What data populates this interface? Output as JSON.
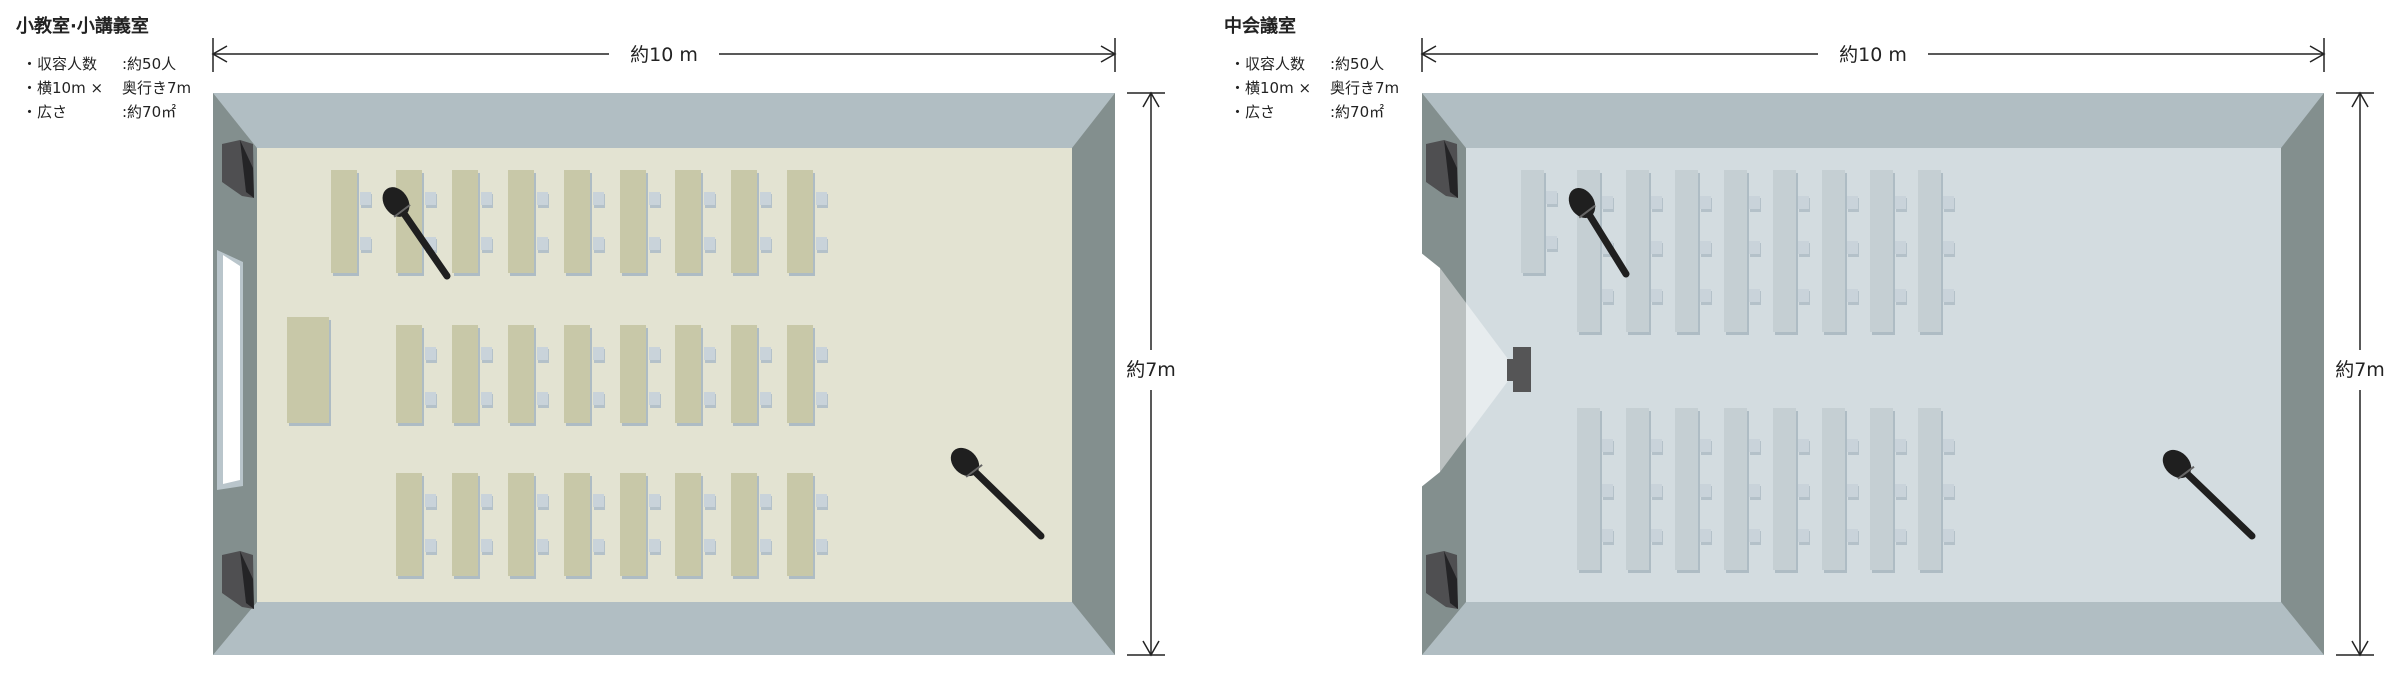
{
  "rooms": [
    {
      "title": "小教室·小講義室",
      "info": [
        {
          "label": "・収容人数",
          "value": ":約50人"
        },
        {
          "label": "・横10m ×",
          "value": "奥行き7m"
        },
        {
          "label": "・広さ",
          "value": ":約70㎡"
        }
      ],
      "width_label": "約10 m",
      "depth_label": "約7m"
    },
    {
      "title": "中会議室",
      "info": [
        {
          "label": "・収容人数",
          "value": ":約50人"
        },
        {
          "label": "・横10m ×",
          "value": "奥行き7m"
        },
        {
          "label": "・広さ",
          "value": ":約70㎡"
        }
      ],
      "width_label": "約10 m",
      "depth_label": "約7m"
    }
  ],
  "colors": {
    "wall_top": "#b1bec3",
    "wall_side": "#838f8e",
    "floor_classroom": "#e3e3d2",
    "desk_classroom": "#c8c8a8",
    "floor_meeting": "#d3dce0",
    "desk_meeting": "#c5cfd3",
    "chair": "#c9d3da",
    "device": "#555556"
  }
}
